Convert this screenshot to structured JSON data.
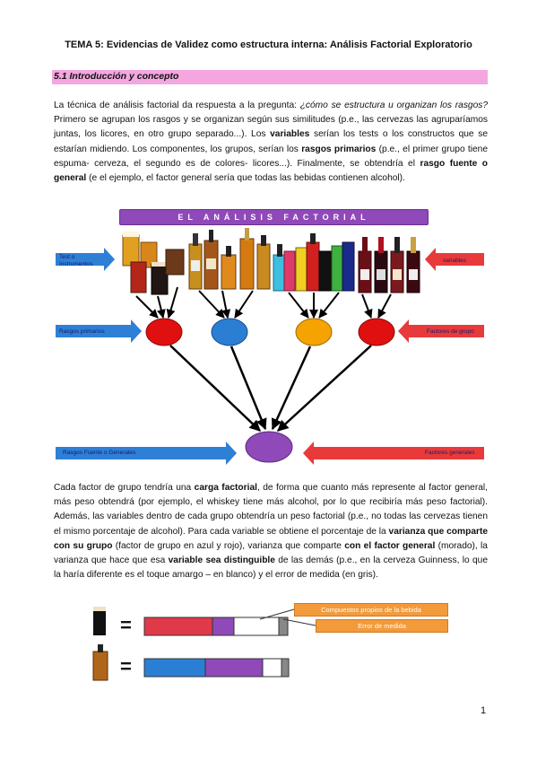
{
  "header": {
    "title": "TEMA 5: Evidencias de Validez como estructura interna: Análisis Factorial Exploratorio"
  },
  "section": {
    "title": "5.1 Introducción y concepto"
  },
  "paragraph1": {
    "s1": "La técnica de análisis factorial da respuesta a la pregunta: ",
    "s1_italic": "¿cómo se estructura u organizan los rasgos?",
    "s2": " Primero se agrupan los rasgos y se organizan según sus similitudes (p.e., las cervezas las agruparíamos juntas, los licores, en otro grupo separado...). Los ",
    "b1": "variables",
    "s3": " serían los tests o los constructos que se estarían midiendo. Los componentes, los grupos, serían los ",
    "b2": "rasgos primarios",
    "s4": " (p.e., el primer grupo tiene espuma- cerveza, el segundo es de colores- licores...). Finalmente, se obtendría el ",
    "b3": "rasgo fuente o general",
    "s5": " (e el ejemplo, el factor general sería que todas las bebidas contienen alcohol)."
  },
  "diagram": {
    "banner": "EL ANÁLISIS FACTORIAL",
    "left_labels": [
      "Test o Instrumentos",
      "Rasgos primarios",
      "Rasgos Fuente o Generales"
    ],
    "right_labels": [
      "variables",
      "Factores de grupo",
      "Factores generales"
    ],
    "colors": {
      "red": "#e01010",
      "blue": "#2a7fd4",
      "orange": "#f5a300",
      "purple": "#8f49b8",
      "arrow_blue": "#2e7fd6",
      "arrow_red": "#e83a3a"
    }
  },
  "paragraph2": {
    "s1": "Cada factor de grupo tendría una ",
    "b1": "carga factorial",
    "s2": ", de forma que cuanto más represente al factor general, más peso obtendrá (por ejemplo, el whiskey tiene más alcohol, por lo que recibiría más peso factorial). Además, las variables dentro de cada grupo obtendría un peso factorial (p.e., no todas las cervezas tienen el mismo porcentaje de alcohol). Para cada variable se obtiene el porcentaje de la ",
    "b2": "varianza que comparte con su grupo",
    "s3": " (factor de grupo en azul y rojo), varianza que comparte ",
    "b3": "con el factor general",
    "s4": " (morado), la varianza que hace que esa ",
    "b4": "variable sea distinguible",
    "s5": " de las demás (p.e., en la cerveza Guinness, lo que la haría diferente es el toque amargo – en blanco) y el error de medida (en gris)."
  },
  "variance": {
    "legend": [
      "Compuestos propios de la bebida",
      "Error de medida"
    ],
    "equals": "="
  },
  "footer": {
    "page": "1"
  }
}
